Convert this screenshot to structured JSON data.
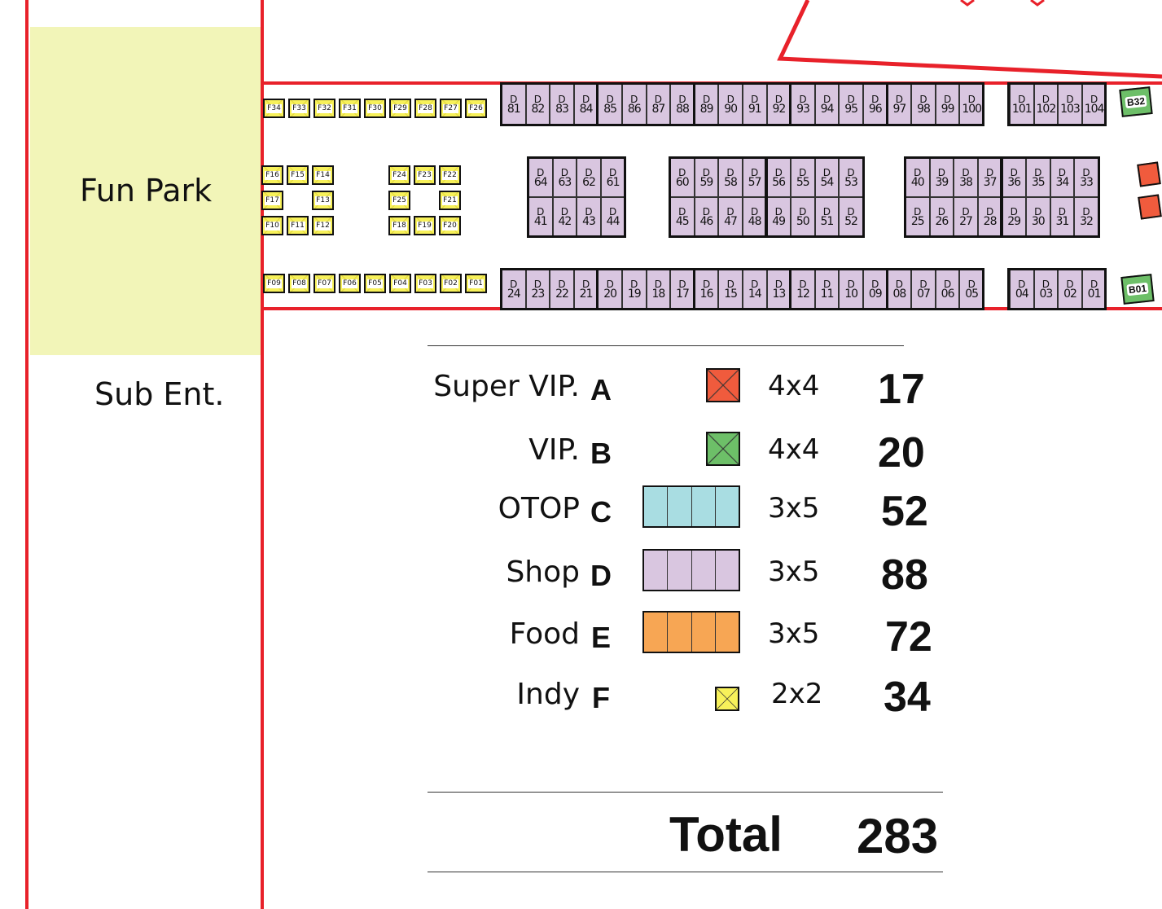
{
  "areas": {
    "fun_park": "Fun Park",
    "sub_entrance": "Sub Ent."
  },
  "stalls": {
    "f_top_row": [
      "F34",
      "F33",
      "F32",
      "F31",
      "F30",
      "F29",
      "F28",
      "F27",
      "F26"
    ],
    "f_bottom_row": [
      "F09",
      "F08",
      "F07",
      "F06",
      "F05",
      "F04",
      "F03",
      "F02",
      "F01"
    ],
    "f_block_left": [
      [
        "F16",
        "F15",
        "F14"
      ],
      [
        "F17",
        "",
        "F13"
      ],
      [
        "F10",
        "F11",
        "F12"
      ]
    ],
    "f_block_right": [
      [
        "F24",
        "F23",
        "F22"
      ],
      [
        "F25",
        "",
        "F21"
      ],
      [
        "F18",
        "F19",
        "F20"
      ]
    ],
    "d_top_row": [
      "81",
      "82",
      "83",
      "84",
      "85",
      "86",
      "87",
      "88",
      "89",
      "90",
      "91",
      "92",
      "93",
      "94",
      "95",
      "96",
      "97",
      "98",
      "99",
      "100"
    ],
    "d_top_row_right": [
      "101",
      "102",
      "103",
      "104"
    ],
    "d_bottom_row": [
      "24",
      "23",
      "22",
      "21",
      "20",
      "19",
      "18",
      "17",
      "16",
      "15",
      "14",
      "13",
      "12",
      "11",
      "10",
      "09",
      "08",
      "07",
      "06",
      "05"
    ],
    "d_bottom_row_right": [
      "04",
      "03",
      "02",
      "01"
    ],
    "d_island1": [
      [
        "64",
        "63",
        "62",
        "61"
      ],
      [
        "41",
        "42",
        "43",
        "44"
      ]
    ],
    "d_island2": [
      [
        "60",
        "59",
        "58",
        "57",
        "56",
        "55",
        "54",
        "53"
      ],
      [
        "45",
        "46",
        "47",
        "48",
        "49",
        "50",
        "51",
        "52"
      ]
    ],
    "d_island3": [
      [
        "40",
        "39",
        "38",
        "37",
        "36",
        "35",
        "34",
        "33"
      ],
      [
        "25",
        "26",
        "27",
        "28",
        "29",
        "30",
        "31",
        "32"
      ]
    ],
    "d_prefix": "D",
    "b_top": "B32",
    "b_bottom": "B01"
  },
  "legend": [
    {
      "name": "Super VIP.",
      "code": "A",
      "size": "4x4",
      "count": "17",
      "color": "#f05b3d"
    },
    {
      "name": "VIP.",
      "code": "B",
      "size": "4x4",
      "count": "20",
      "color": "#6dbf68"
    },
    {
      "name": "OTOP",
      "code": "C",
      "size": "3x5",
      "count": "52",
      "color": "#a9dde2"
    },
    {
      "name": "Shop",
      "code": "D",
      "size": "3x5",
      "count": "88",
      "color": "#d9c6e0"
    },
    {
      "name": "Food",
      "code": "E",
      "size": "3x5",
      "count": "72",
      "color": "#f7a654"
    },
    {
      "name": "Indy",
      "code": "F",
      "size": "2x2",
      "count": "34",
      "color": "#f7f15a"
    }
  ],
  "total": {
    "label": "Total",
    "value": "283"
  }
}
